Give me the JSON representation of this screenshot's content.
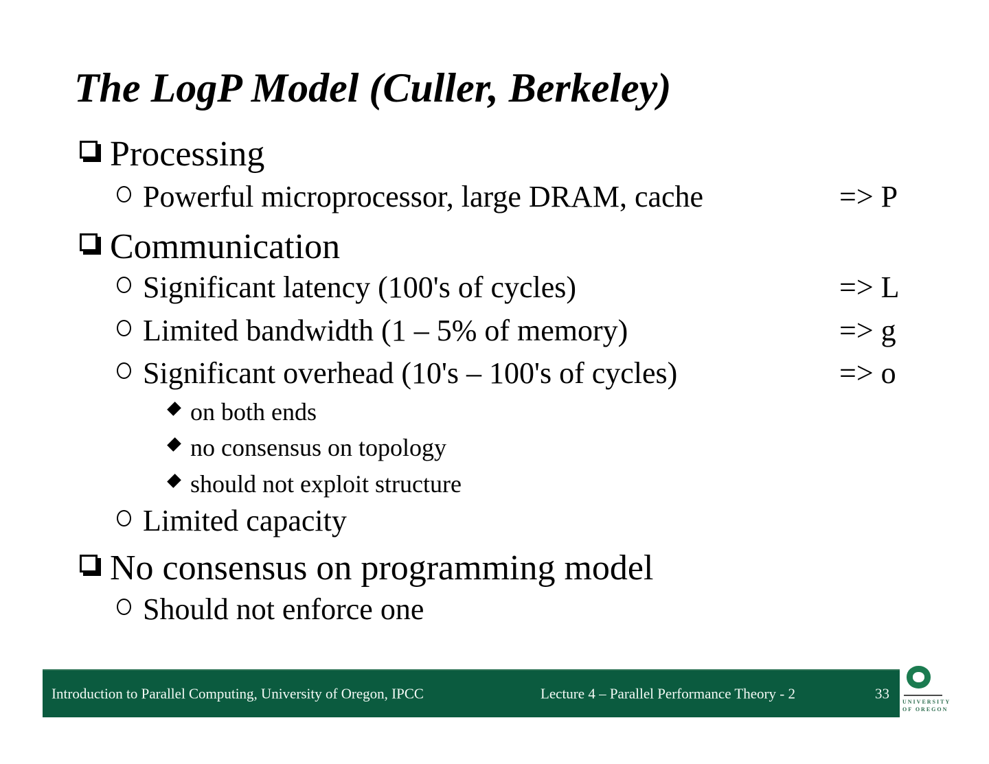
{
  "title": "The LogP Model (Culler, Berkeley)",
  "content": {
    "items": [
      {
        "level": 1,
        "text": "Processing"
      },
      {
        "level": 2,
        "text": "Powerful microprocessor, large DRAM, cache",
        "note": "=> P"
      },
      {
        "level": 1,
        "text": "Communication"
      },
      {
        "level": 2,
        "text": "Significant latency (100's of cycles)",
        "note": "=> L"
      },
      {
        "level": 2,
        "text": "Limited bandwidth (1 – 5% of memory)",
        "note": "=> g"
      },
      {
        "level": 2,
        "text": "Significant overhead (10's – 100's of cycles)",
        "note": "=> o"
      },
      {
        "level": 3,
        "text": "on both ends"
      },
      {
        "level": 3,
        "text": "no consensus on topology"
      },
      {
        "level": 3,
        "text": "should not exploit structure"
      },
      {
        "level": 2,
        "text": "Limited capacity"
      },
      {
        "level": 1,
        "text": "No consensus on programming model"
      },
      {
        "level": 2,
        "text": "Should not enforce one"
      }
    ]
  },
  "footer": {
    "left": "Introduction to Parallel Computing, University of Oregon, IPCC",
    "center": "Lecture 4 – Parallel Performance Theory - 2",
    "page": "33"
  },
  "logo": {
    "letter": "O",
    "line1": "UNIVERSITY",
    "line2": "OF OREGON"
  },
  "colors": {
    "footer_green": "#0B5B3F",
    "logo_green": "#1B7B50",
    "logo_text_green": "#2E6E50",
    "text": "#000000",
    "background": "#FFFFFF"
  }
}
